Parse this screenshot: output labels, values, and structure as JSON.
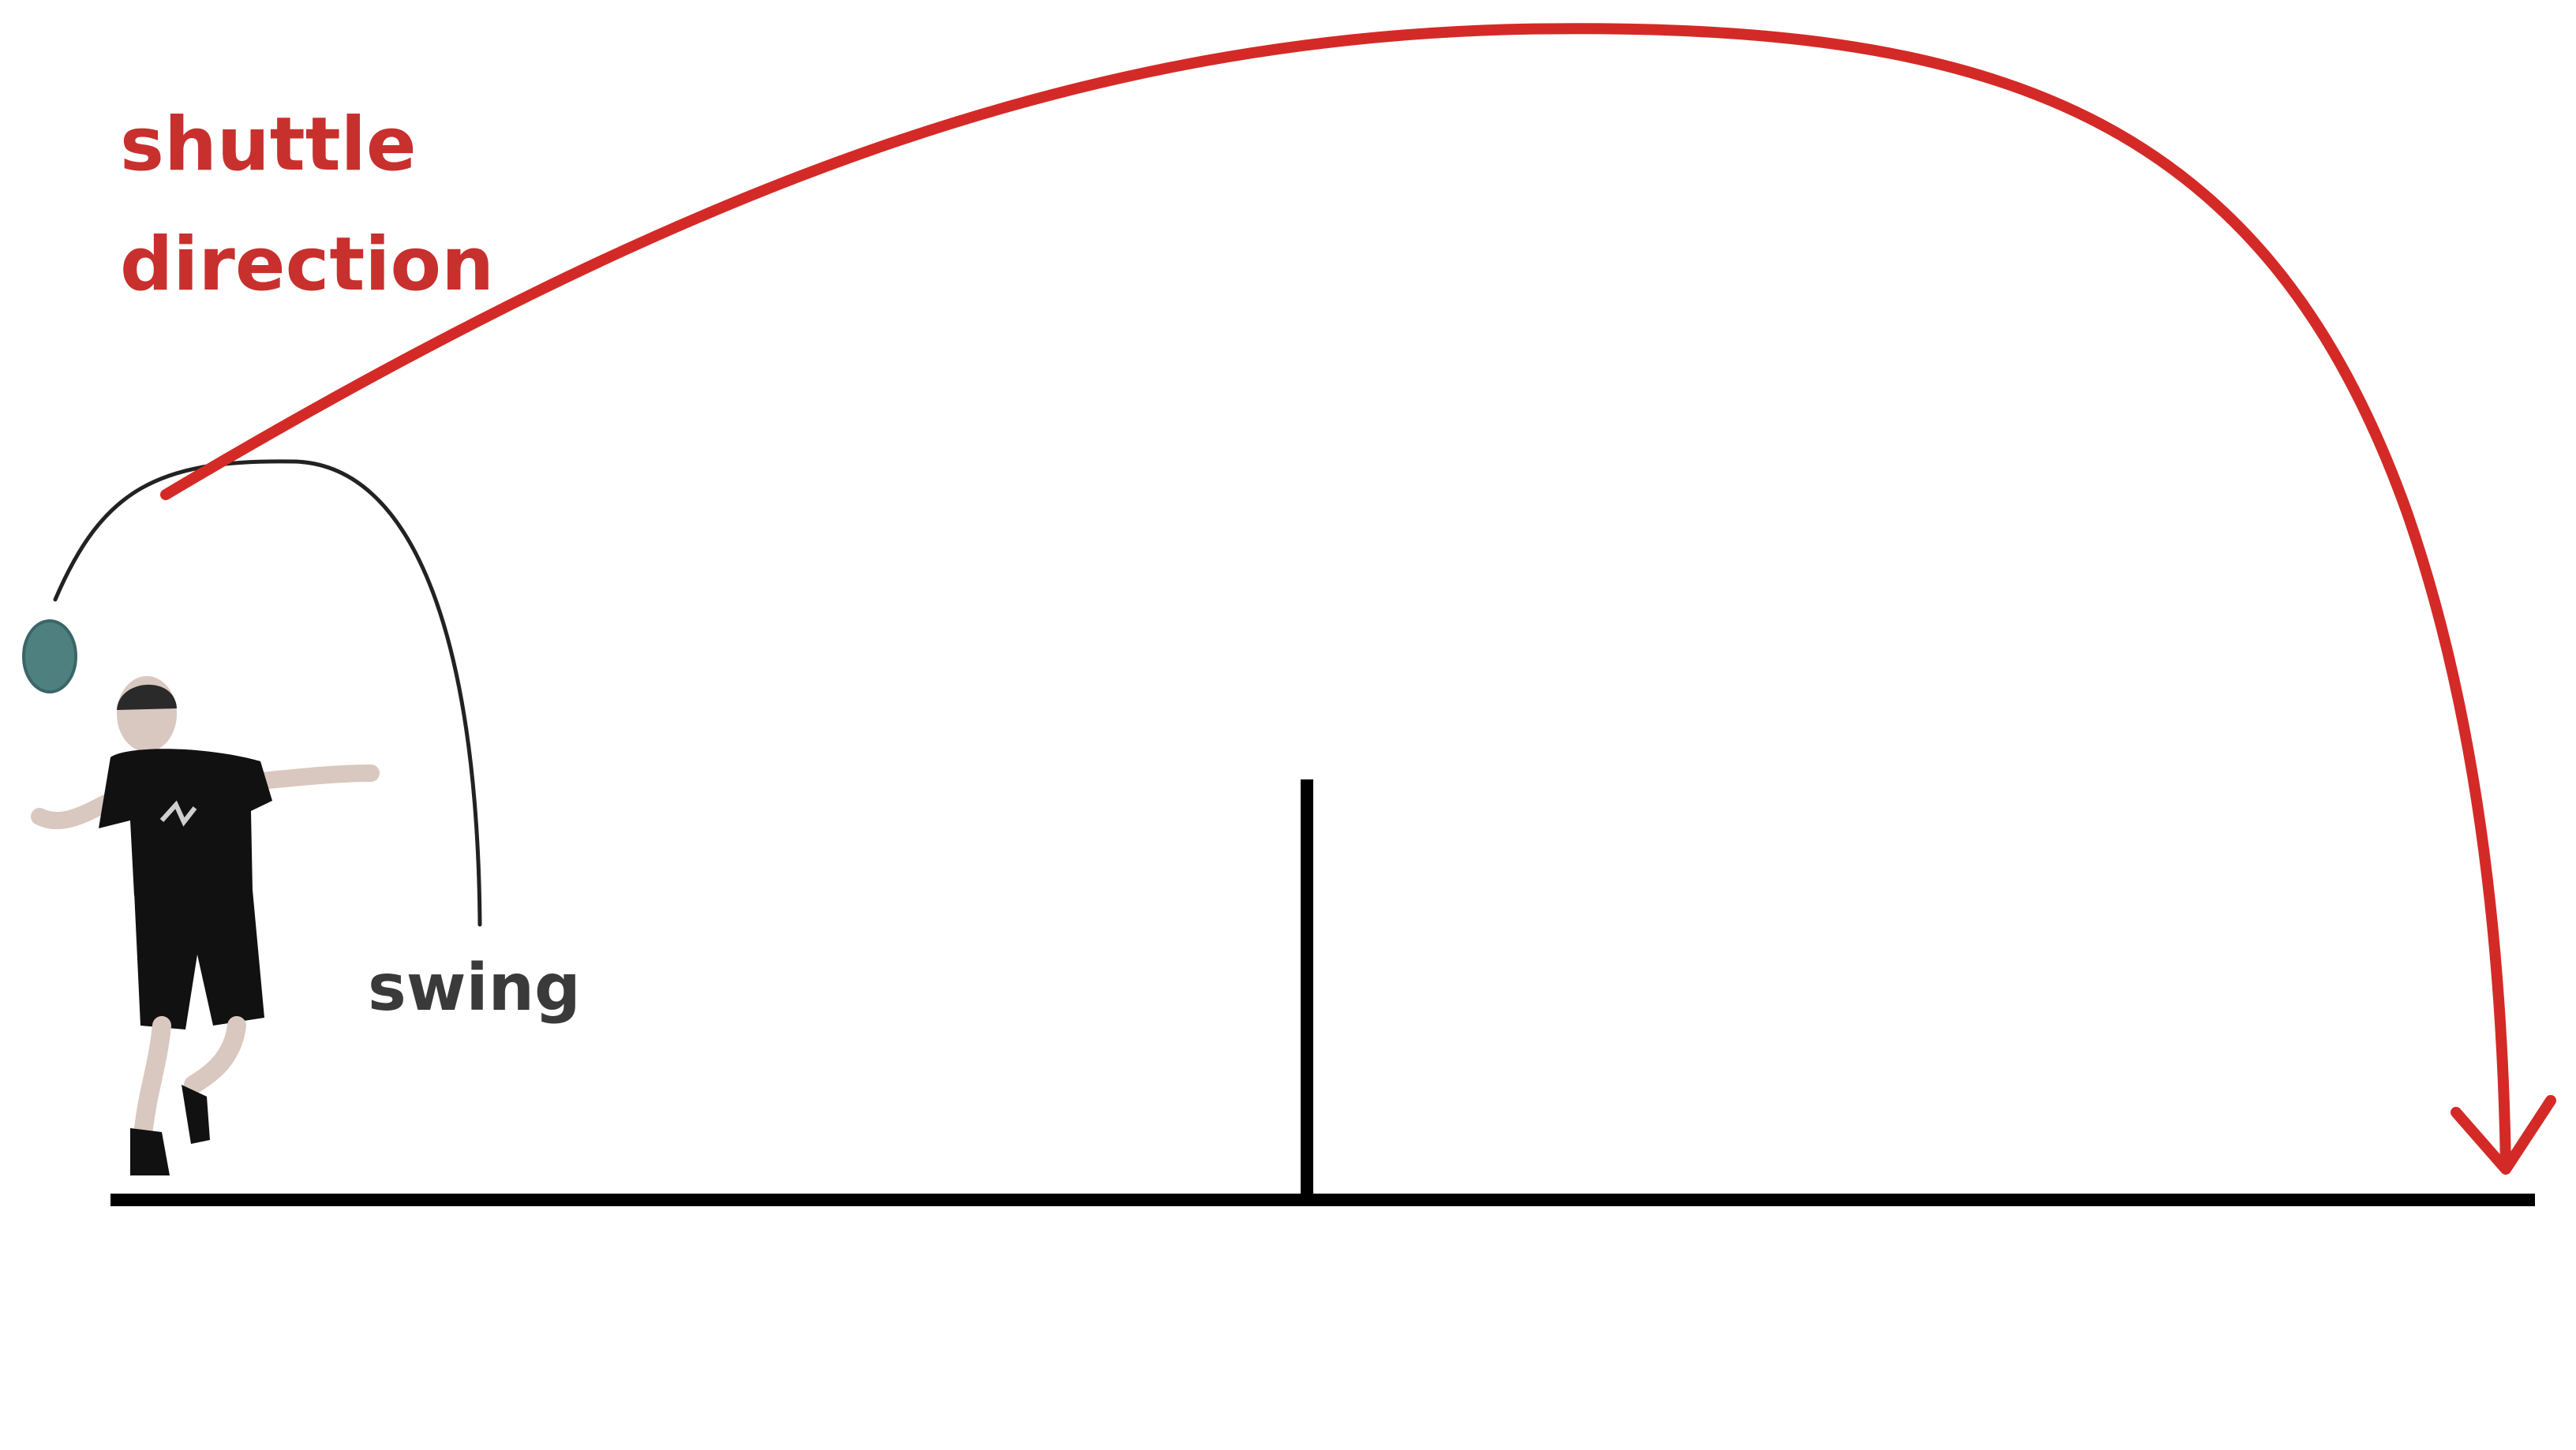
{
  "labels": {
    "shuttle_line1": "shuttle",
    "shuttle_line2": "direction",
    "swing": "swing"
  },
  "colors": {
    "background": "#ffffff",
    "trajectory": "#d42a27",
    "shuttle_text": "#c8302e",
    "swing_text": "#3a3a3a",
    "swing_arc": "#222222",
    "ground": "#000000",
    "net": "#000000",
    "player_body": "#111111",
    "player_skin": "#d9c8bf",
    "racket_head": "#4f8080"
  },
  "icons": {
    "player": "badminton-player-icon",
    "racket": "racket-head-icon"
  }
}
